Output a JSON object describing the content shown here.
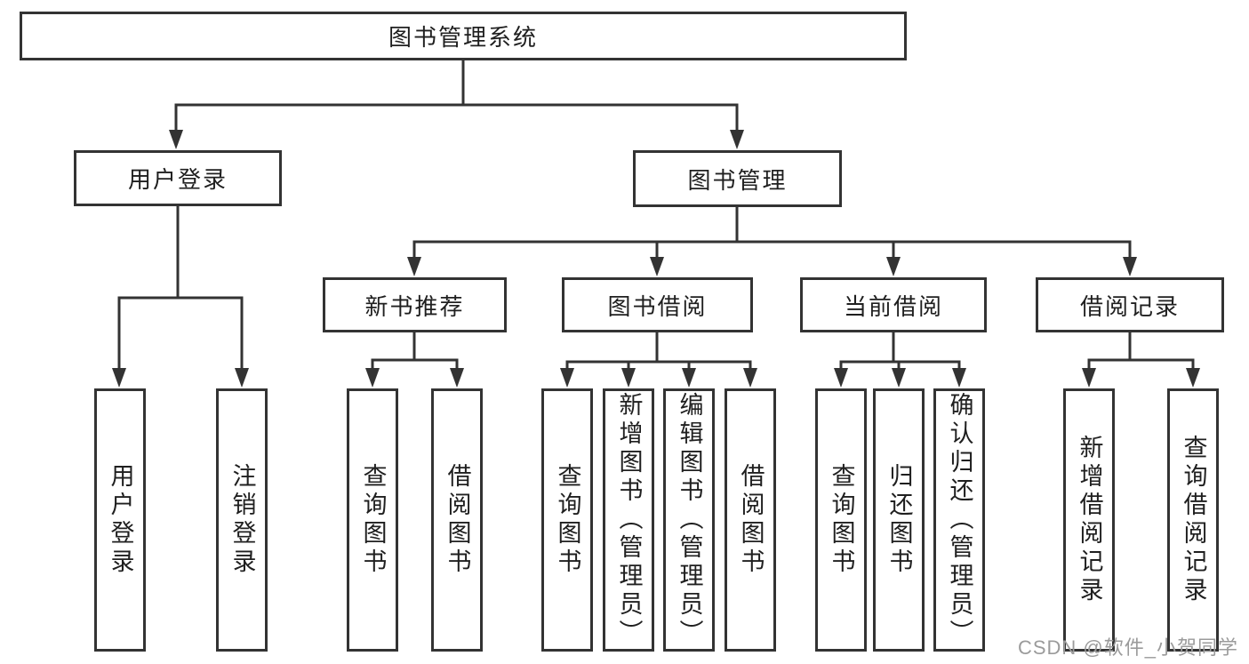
{
  "colors": {
    "line": "#333333",
    "box_border": "#333333",
    "text": "#1f1f1f",
    "background": "#ffffff",
    "watermark": "#9b9b9b"
  },
  "watermark": {
    "text": "CSDN @软件_小贺同学"
  },
  "tree": {
    "root": {
      "label": "图书管理系统"
    },
    "user_login": {
      "label": "用户登录",
      "children": [
        {
          "label": "用户登录"
        },
        {
          "label": "注销登录"
        }
      ]
    },
    "book_management": {
      "label": "图书管理",
      "groups": [
        {
          "label": "新书推荐",
          "children": [
            {
              "label": "查询图书"
            },
            {
              "label": "借阅图书"
            }
          ]
        },
        {
          "label": "图书借阅",
          "children": [
            {
              "label": "查询图书"
            },
            {
              "label": "新增图书（管理员）"
            },
            {
              "label": "编辑图书（管理员）"
            },
            {
              "label": "借阅图书"
            }
          ]
        },
        {
          "label": "当前借阅",
          "children": [
            {
              "label": "查询图书"
            },
            {
              "label": "归还图书"
            },
            {
              "label": "确认归还（管理员）"
            }
          ]
        },
        {
          "label": "借阅记录",
          "children": [
            {
              "label": "新增借阅记录"
            },
            {
              "label": "查询借阅记录"
            }
          ]
        }
      ]
    }
  }
}
